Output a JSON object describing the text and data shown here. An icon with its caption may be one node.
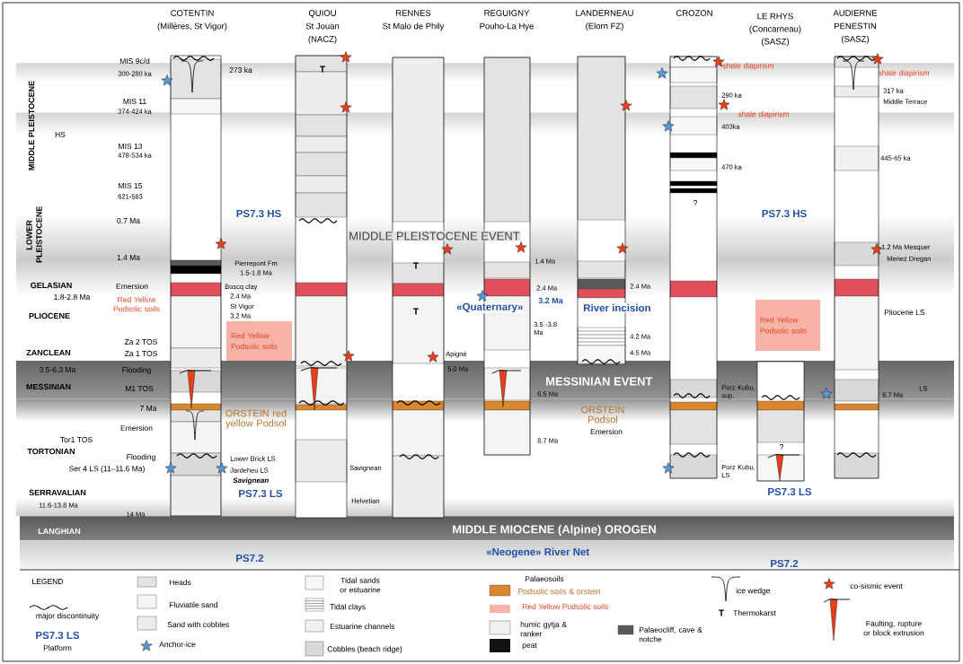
{
  "diagram": {
    "nodes": [
      {
        "text": [
          "COTENTIN",
          "(Millères, St Vigor)"
        ]
      },
      {
        "text": [
          "QUIOU",
          "St Jouan",
          "(NACZ)"
        ]
      },
      {
        "text": [
          "RENNES",
          "St Malo de Phily"
        ]
      },
      {
        "text": [
          "REGUIGNY",
          "Pouho-La Hye"
        ]
      },
      {
        "text": [
          "LANDERNEAU",
          "(Elorn FZ)"
        ]
      },
      {
        "text": [
          "CROZON"
        ]
      },
      {
        "text": [],
        "shape": "box"
      },
      {
        "text": [
          "AUDIERNE",
          "PENESTIN",
          "(SASZ)"
        ]
      },
      {
        "text": [
          "Red Yellow Podsolic soils"
        ]
      },
      {
        "text": [
          "Red Yellow Podsolic soils"
        ]
      }
    ],
    "labels": [
      "MIDDLE PLEISTOCENE",
      "LOWER PLEISTOCENE",
      "HS",
      "MIS 9c/d",
      "300-280 ka",
      "MIS 11",
      "374-424 ka",
      "MIS 13",
      "478-534 ka",
      "MIS 15",
      "621-563",
      "0.7 Ma",
      "1.4 Ma",
      "GELASIAN",
      "1.8-2.8 Ma",
      "Emersion",
      "Red Yellow Podsolic soils",
      "PLIOCENE",
      "Za 2 TOS",
      "ZANCLEAN",
      "Za 1 TOS",
      "3.5-6.3 Ma",
      "Flooding",
      "MESSINIAN",
      "M1 TOS",
      "7 Ma",
      "Emersion",
      "Tor1 TOS",
      "TORTONIAN",
      "Flooding",
      "Ser 4 LS (11–11.6 Ma)",
      "SERRAVALIAN",
      "11.6-13.8 Ma",
      "14 Ma",
      "LANGHIAN",
      "273 ka",
      "PS7.3 HS",
      "Pierrepont Fm",
      "1.5-1.8 Ma",
      "Boscq clay",
      "2.4 Ma",
      "St Vigor",
      "3.2 Ma",
      "ORSTEIN red yellow Podsol",
      "Lower Brick LS",
      "Jardeheu LS",
      "Savignean",
      "PS7.3 LS",
      "T",
      "Savignean",
      "Helvetian",
      "MIDDLE PLEISTOCENE EVENT",
      "T",
      "T",
      "Apigné",
      "5.0 Ma",
      "1.4 Ma",
      "2.4 Ma",
      "«Quaternary»",
      "3.2 Ma",
      "3.5 -3.8 Ma",
      "MESSINIAN EVENT",
      "6.5 Ma",
      "8.7 Ma",
      "River incision",
      "2.4 Ma",
      "4.2 Ma",
      "4.5 Ma",
      "ORSTEIN Podsol",
      "Emersion",
      "shale diapirism",
      "290 ka",
      "shale diapirism",
      "403ka",
      "470 ka",
      "?",
      "Porz Kubu, sup.",
      "Porz Kubu, LS",
      "PS7.3 HS",
      "?",
      "PS7.3 LS",
      "shale diapirism",
      "317 ka",
      "Middle Terrace",
      "445-65 ka",
      "1.2 Ma Mesquer",
      "Menez Dregan",
      "Pliocene LS",
      "6.7 Ma",
      "LS",
      "MIDDLE MIOCENE (Alpine) OROGEN",
      "«Neogene» River Net",
      "PS7.2",
      "PS7.2",
      "LEGEND",
      "PS7.3 LS",
      "Platform",
      "Palaeosoils",
      "T",
      "LE RHYS",
      "(Concarneau)",
      "(SASZ)"
    ],
    "legend": [
      {
        "text": "major discontinuity"
      },
      {
        "text": "Heads"
      },
      {
        "text": "Fluviatile sand"
      },
      {
        "text": "Sand with cobbles"
      },
      {
        "text": "Anchor-ice"
      },
      {
        "text": "Tidal sands or estuarine"
      },
      {
        "text": "Tidal clays"
      },
      {
        "text": "Estuarine channels"
      },
      {
        "text": "Cobbles (beach ridge)"
      },
      {
        "text": "Podsolic soils & orstein"
      },
      {
        "text": "Red Yellow Podsolic soils",
        "color": "#f7b3a8"
      },
      {
        "text": "humic gytja & ranker"
      },
      {
        "text": "peat",
        "color": "#111111"
      },
      {
        "text": "Palaeocliff, cave & notche"
      },
      {
        "text": "ice wedge"
      },
      {
        "text": "Thermokarst"
      },
      {
        "text": "co-sismic event"
      },
      {
        "text": "Faulting, rupture or block extrusion"
      }
    ]
  }
}
